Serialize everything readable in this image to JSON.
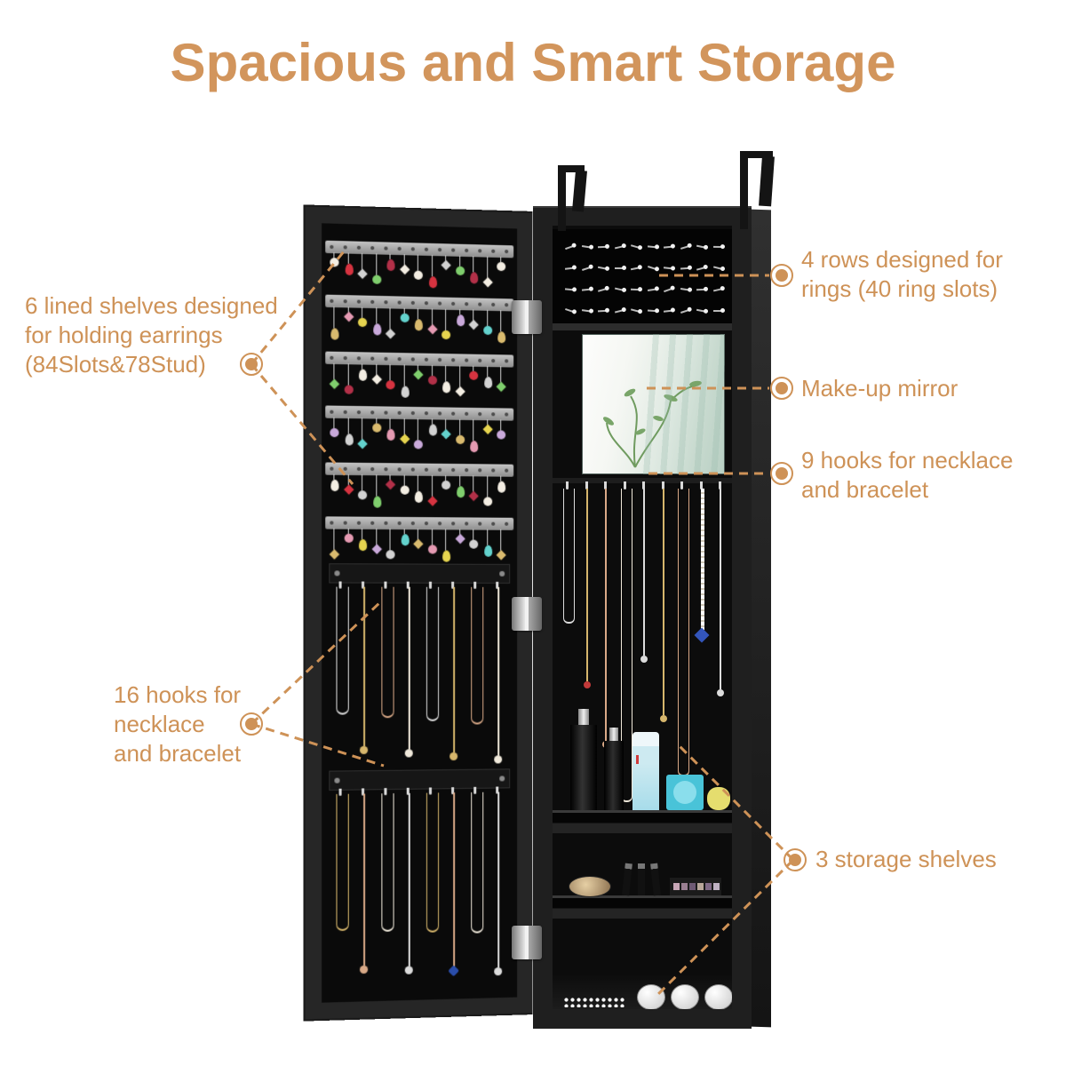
{
  "title": "Spacious and Smart Storage",
  "colors": {
    "accent": "#CE9257",
    "title": "#D2955C",
    "cabinet_frame": "#262626",
    "cabinet_interior": "#0a0a0a",
    "mirror_tint": "#c8dacf"
  },
  "callouts": {
    "earring_shelves": {
      "text": "6 lined shelves designed\nfor holding earrings\n(84Slots&78Stud)"
    },
    "hooks_left": {
      "text": "16 hooks for\nnecklace\nand bracelet"
    },
    "ring_rows": {
      "text": "4 rows designed for\nrings (40 ring slots)"
    },
    "mirror": {
      "text": "Make-up mirror"
    },
    "hooks_right": {
      "text": "9 hooks for necklace\nand bracelet"
    },
    "shelves": {
      "text": "3 storage shelves"
    }
  },
  "cabinet": {
    "left_door": {
      "earring_bars": 6,
      "earrings_per_bar": 13,
      "hook_rows": 2,
      "hooks_per_row": 8
    },
    "right_panel": {
      "ring_rows": 4,
      "rings_per_row": 10,
      "necklace_hooks": 9,
      "storage_shelves": 3
    }
  },
  "palettes": {
    "earrings": [
      "#f3ede2",
      "#63d2cd",
      "#d63340",
      "#d9ba6e",
      "#d2d2d2",
      "#e59ab2",
      "#7fce6d",
      "#e6d44f",
      "#b23048",
      "#c9a9da",
      "#f3ede2",
      "#d2d2d2"
    ],
    "necklaces": [
      "#dcdcdc",
      "#d6b66c",
      "#d9a987",
      "#efe8da"
    ]
  }
}
